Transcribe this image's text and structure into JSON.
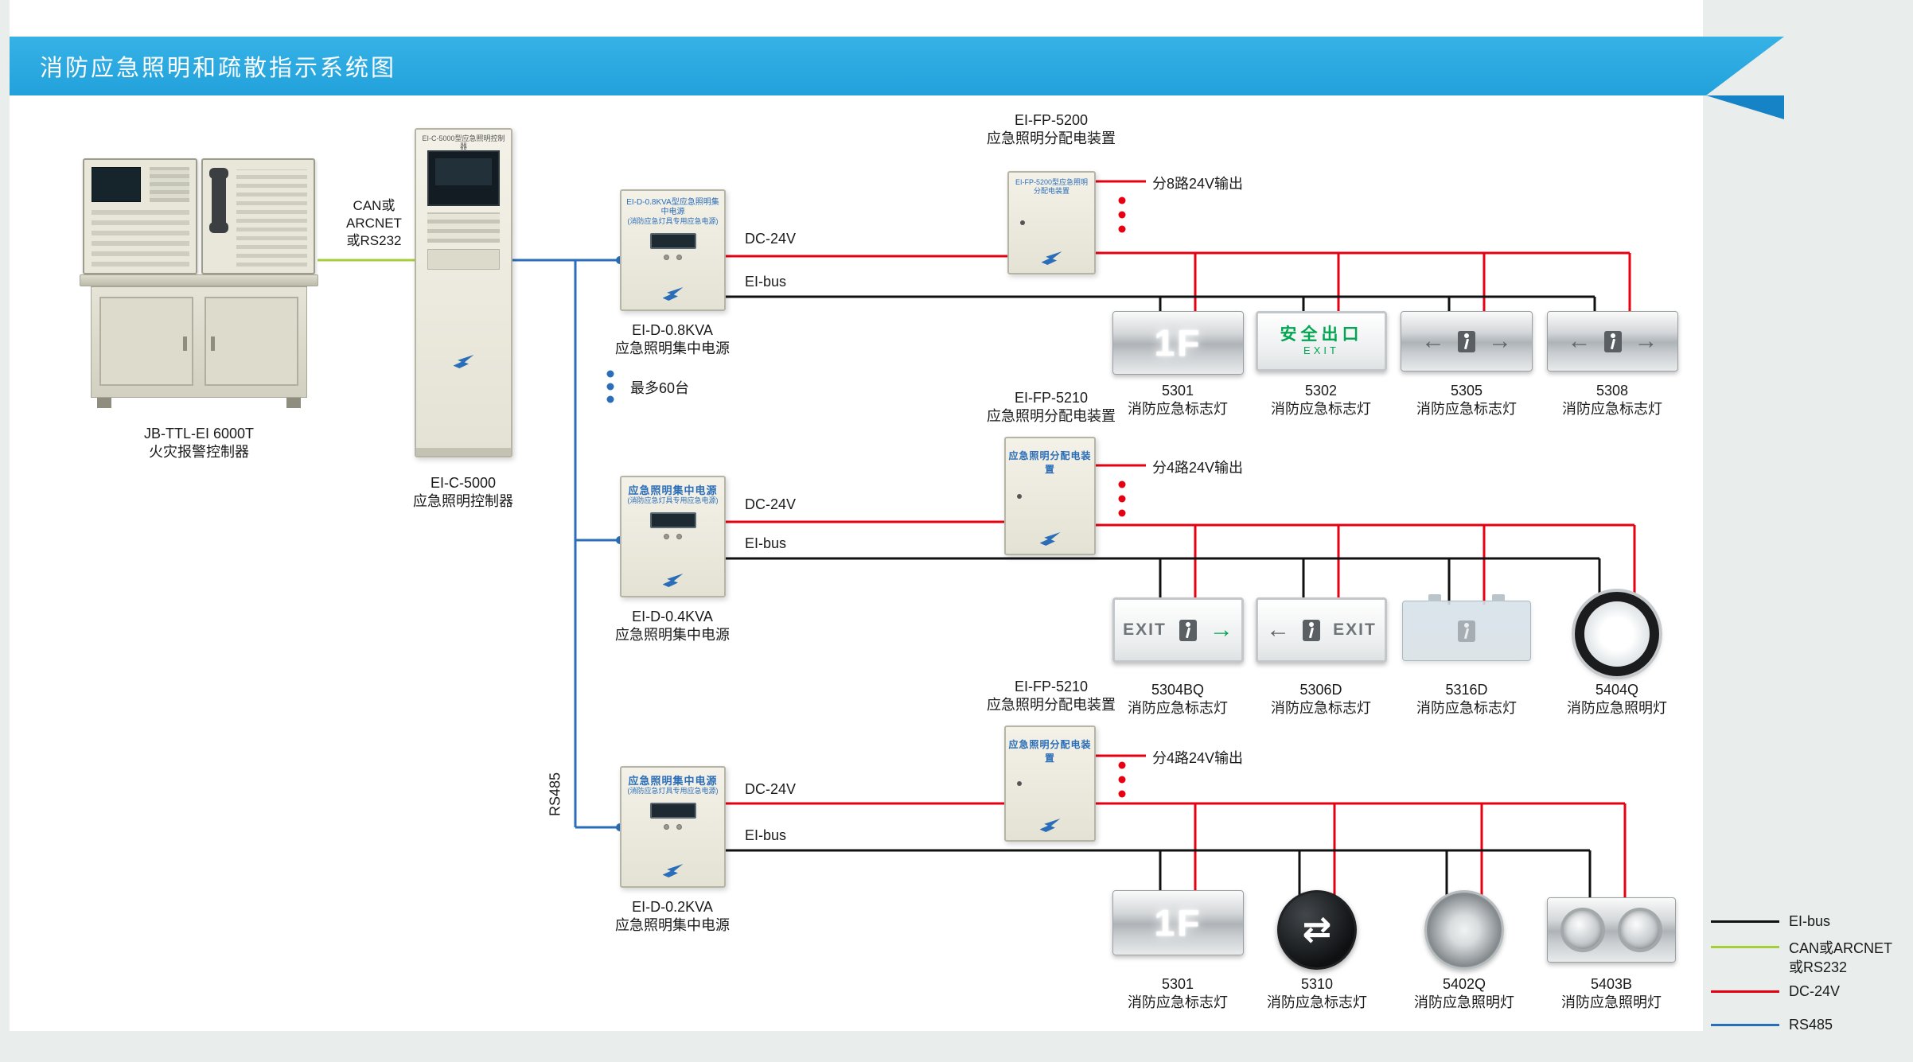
{
  "page": {
    "title": "消防应急照明和疏散指示系统图"
  },
  "colors": {
    "banner": "#29a9e0",
    "banner_fold": "#1583c5",
    "eibus": "#111111",
    "can_arcnet": "#a6ce39",
    "dc24v": "#e60012",
    "rs485": "#2a6db8",
    "exit_green": "#00a651"
  },
  "console": {
    "model": "JB-TTL-EI 6000T",
    "name": "火灾报警控制器"
  },
  "cabinet": {
    "model": "EI-C-5000",
    "name": "应急照明控制器",
    "panel_text": "EI-C-5000型应急照明控制器"
  },
  "psus": [
    {
      "model": "EI-D-0.8KVA",
      "name": "应急照明集中电源",
      "panel_line1": "EI-D-0.8KVA型应急照明集中电源",
      "panel_line2": "(消防应急灯具专用应急电源)"
    },
    {
      "model": "EI-D-0.4KVA",
      "name": "应急照明集中电源",
      "panel_line1": "应急照明集中电源",
      "panel_line2": "(消防应急灯具专用应急电源)"
    },
    {
      "model": "EI-D-0.2KVA",
      "name": "应急照明集中电源",
      "panel_line1": "应急照明集中电源",
      "panel_line2": "(消防应急灯具专用应急电源)"
    }
  ],
  "fps": [
    {
      "model": "EI-FP-5200",
      "name": "应急照明分配电装置",
      "panel_text": "EI-FP-5200型应急照明分配电装置",
      "output": "分8路24V输出"
    },
    {
      "model": "EI-FP-5210",
      "name": "应急照明分配电装置",
      "panel_text": "应急照明分配电装置",
      "output": "分4路24V输出"
    },
    {
      "model": "EI-FP-5210",
      "name": "应急照明分配电装置",
      "panel_text": "应急照明分配电装置",
      "output": "分4路24V输出"
    }
  ],
  "wire_labels": {
    "can_line1": "CAN或",
    "can_line2": "ARCNET",
    "can_line3": "或RS232",
    "dc24v": "DC-24V",
    "eibus": "EI-bus",
    "rs485": "RS485",
    "max60": "最多60台"
  },
  "glyphs": {
    "arrow_left": "←",
    "arrow_right": "→",
    "arrow_both": "⇄"
  },
  "lamps": {
    "row1": [
      {
        "model": "5301",
        "name": "消防应急标志灯",
        "face": "1F"
      },
      {
        "model": "5302",
        "name": "消防应急标志灯",
        "face1": "安全出口",
        "face2": "EXIT"
      },
      {
        "model": "5305",
        "name": "消防应急标志灯"
      },
      {
        "model": "5308",
        "name": "消防应急标志灯"
      }
    ],
    "row2": [
      {
        "model": "5304BQ",
        "name": "消防应急标志灯",
        "face": "EXIT"
      },
      {
        "model": "5306D",
        "name": "消防应急标志灯",
        "face": "EXIT"
      },
      {
        "model": "5316D",
        "name": "消防应急标志灯"
      },
      {
        "model": "5404Q",
        "name": "消防应急照明灯"
      }
    ],
    "row3": [
      {
        "model": "5301",
        "name": "消防应急标志灯",
        "face": "1F"
      },
      {
        "model": "5310",
        "name": "消防应急标志灯"
      },
      {
        "model": "5402Q",
        "name": "消防应急照明灯"
      },
      {
        "model": "5403B",
        "name": "消防应急照明灯"
      }
    ]
  },
  "legend": {
    "items": [
      {
        "label": "EI-bus",
        "color": "#111111"
      },
      {
        "label_line1": "CAN或ARCNET",
        "label_line2": "或RS232",
        "color": "#a6ce39"
      },
      {
        "label": "DC-24V",
        "color": "#e60012"
      },
      {
        "label": "RS485",
        "color": "#2a6db8"
      }
    ]
  }
}
